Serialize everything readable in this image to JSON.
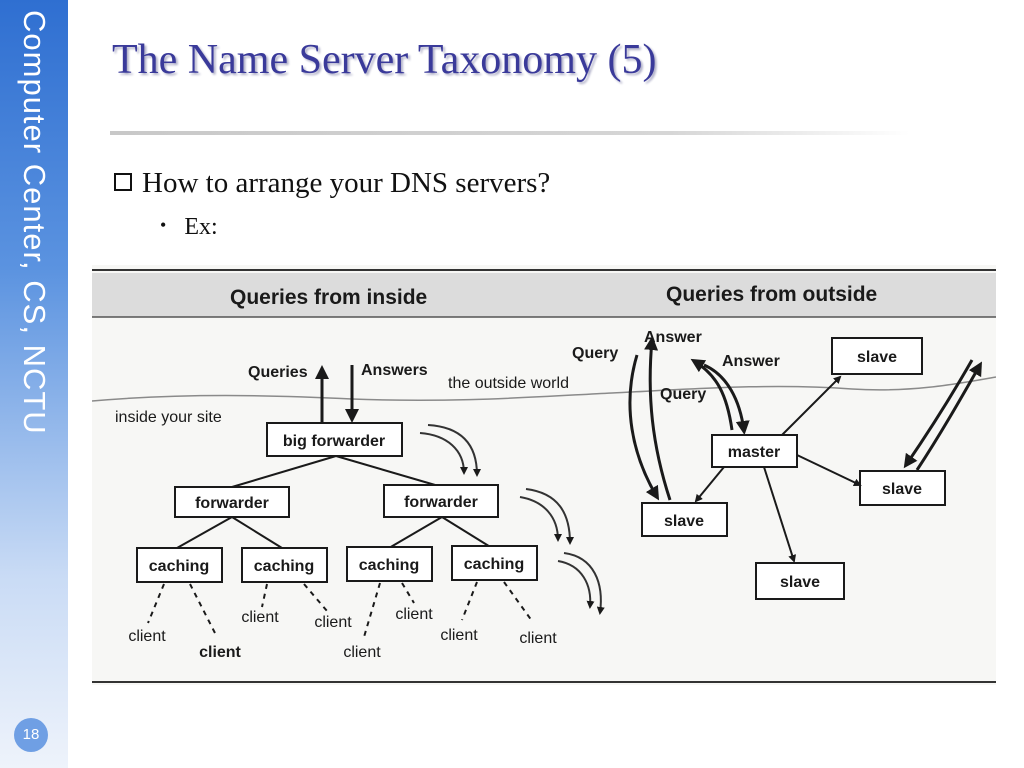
{
  "sidebar": {
    "text": "Computer Center, CS, NCTU",
    "page_number": "18"
  },
  "slide": {
    "title": "The Name Server Taxonomy (5)",
    "bullet": "How to arrange your DNS servers?",
    "sub_bullet": "Ex:"
  },
  "diagram": {
    "inside_header": "Queries from inside",
    "outside_header": "Queries from outside",
    "outside_world_label": "the outside world",
    "inside_site_label": "inside your site",
    "queries_label": "Queries",
    "answers_label": "Answers",
    "big_forwarder": "big forwarder",
    "forwarder": "forwarder",
    "caching": "caching",
    "client": "client",
    "master": "master",
    "slave": "slave",
    "query_label": "Query",
    "answer_label": "Answer"
  }
}
